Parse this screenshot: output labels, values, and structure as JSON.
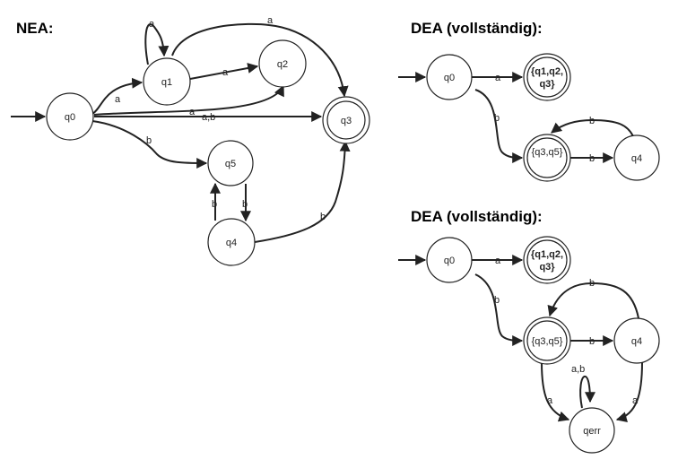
{
  "titles": {
    "nea": "NEA:",
    "dea1": "DEA (vollständig):",
    "dea2": "DEA (vollständig):"
  },
  "nea": {
    "states": {
      "q0": "q0",
      "q1": "q1",
      "q2": "q2",
      "q3": "q3",
      "q4": "q4",
      "q5": "q5"
    },
    "edges": {
      "q0_q1": "a",
      "q1_self": "a",
      "q1_q2": "a",
      "q1_q3": "a",
      "q0_q2": "a",
      "q0_q3": "a,b",
      "q0_q5": "b",
      "q5_q4": "b",
      "q4_q5": "b",
      "q4_q3": "b"
    }
  },
  "dea1": {
    "states": {
      "q0": "q0",
      "s123_line1": "{q1,q2,",
      "s123_line2": "q3}",
      "q35": "{q3,q5}",
      "q4": "q4"
    },
    "edges": {
      "q0_s123": "a",
      "q0_q35": "b",
      "q35_q4": "b",
      "q4_q35": "b"
    }
  },
  "dea2": {
    "states": {
      "q0": "q0",
      "s123_line1": "{q1,q2,",
      "s123_line2": "q3}",
      "q35": "{q3,q5}",
      "q4": "q4",
      "qerr": "qerr"
    },
    "edges": {
      "q0_s123": "a",
      "q0_q35": "b",
      "q35_q4": "b",
      "q4_q35": "b",
      "q35_qerr": "a",
      "q4_qerr": "a",
      "qerr_self": "a,b"
    }
  }
}
